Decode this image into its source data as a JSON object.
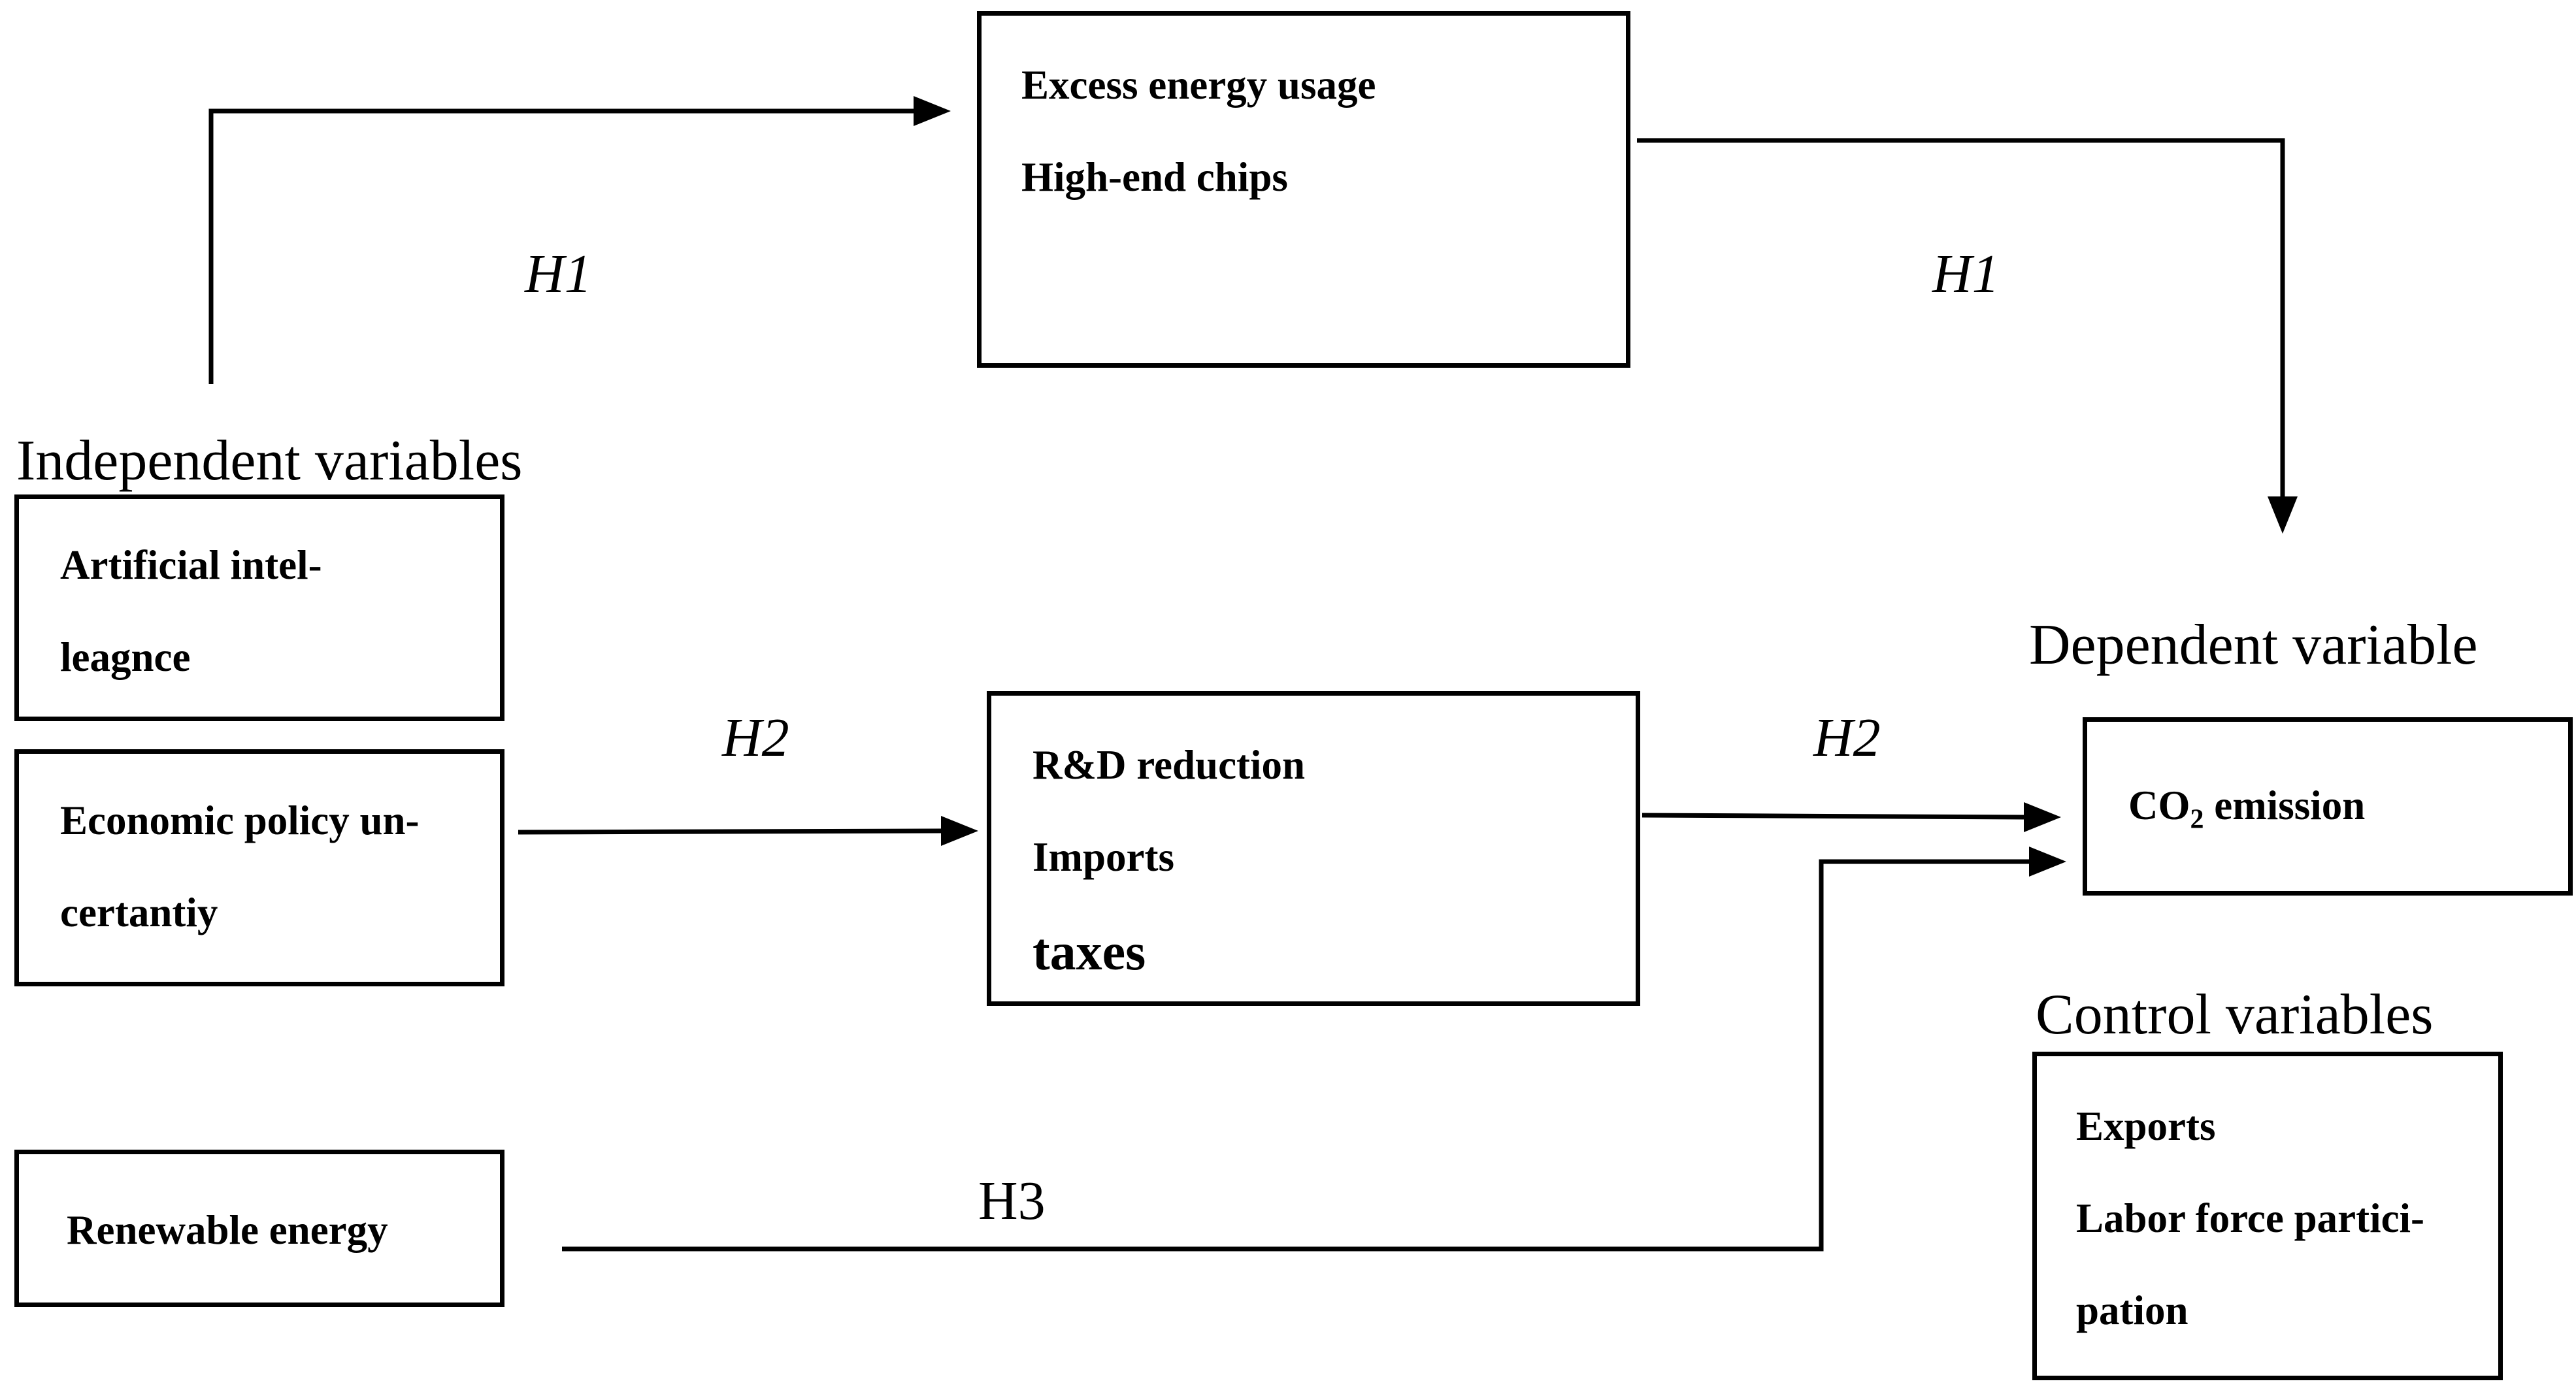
{
  "headings": {
    "independent": "Independent variables",
    "dependent": "Dependent variable",
    "control": "Control variables"
  },
  "independent_boxes": {
    "ai": {
      "line1": "Artificial intel-",
      "line2": "leagnce"
    },
    "epu": {
      "line1": "Economic policy un-",
      "line2": "certantiy"
    },
    "renewable": {
      "line1": "Renewable energy"
    }
  },
  "mediator_top": {
    "line1": "Excess energy usage",
    "line2": "High-end chips"
  },
  "mediator_mid": {
    "line1": "R&D reduction",
    "line2": "Imports",
    "line3": "taxes"
  },
  "dependent_box": {
    "prefix": "CO",
    "subscript": "2",
    "suffix": " emission"
  },
  "control_box": {
    "line1": "Exports",
    "line2": "Labor force partici-",
    "line3": "pation"
  },
  "hypotheses": {
    "h1_left": "H1",
    "h1_right": "H1",
    "h2_left": "H2",
    "h2_right": "H2",
    "h3": "H3"
  }
}
